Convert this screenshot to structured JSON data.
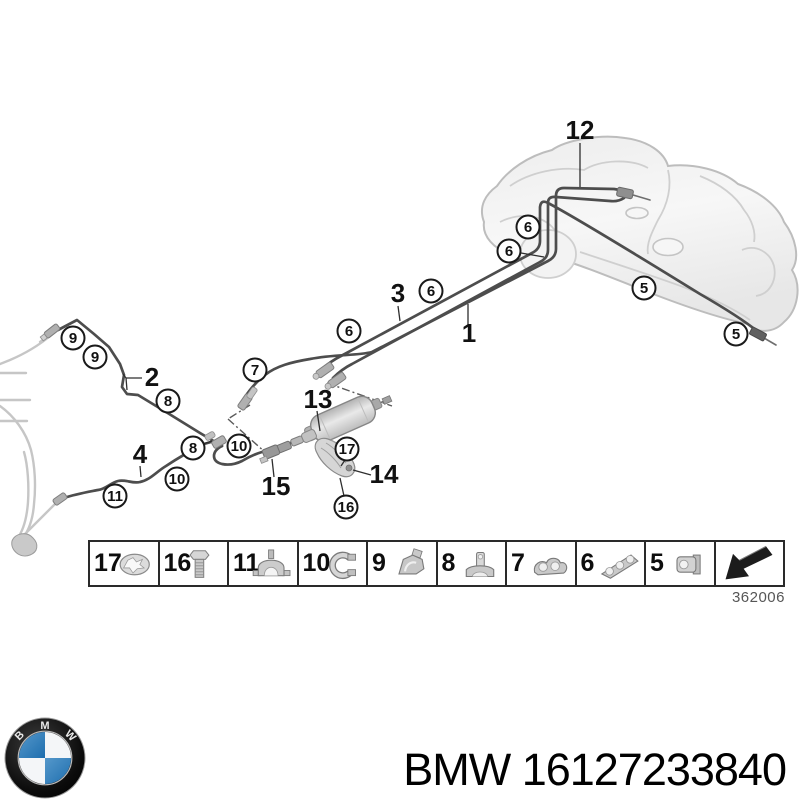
{
  "diagram": {
    "line_color": "#4d4d4d",
    "drawing_number": "362006",
    "callouts": [
      {
        "id": "6a",
        "label": "6"
      },
      {
        "id": "6b",
        "label": "6"
      },
      {
        "id": "6c",
        "label": "6"
      },
      {
        "id": "6d",
        "label": "6"
      },
      {
        "id": "5a",
        "label": "5"
      },
      {
        "id": "5b",
        "label": "5"
      },
      {
        "id": "9a",
        "label": "9"
      },
      {
        "id": "9b",
        "label": "9"
      },
      {
        "id": "7",
        "label": "7"
      },
      {
        "id": "8a",
        "label": "8"
      },
      {
        "id": "8b",
        "label": "8"
      },
      {
        "id": "10a",
        "label": "10"
      },
      {
        "id": "10b",
        "label": "10"
      },
      {
        "id": "11",
        "label": "11"
      },
      {
        "id": "17",
        "label": "17"
      },
      {
        "id": "16",
        "label": "16"
      }
    ],
    "labels": [
      {
        "text": "12"
      },
      {
        "text": "3"
      },
      {
        "text": "1"
      },
      {
        "text": "2"
      },
      {
        "text": "4"
      },
      {
        "text": "13"
      },
      {
        "text": "15"
      },
      {
        "text": "14"
      }
    ]
  },
  "legend": {
    "cells": [
      {
        "label": "17",
        "icon": "lock-washer-icon"
      },
      {
        "label": "16",
        "icon": "hex-bolt-icon"
      },
      {
        "label": "11",
        "icon": "pipe-clamp-icon"
      },
      {
        "label": "10",
        "icon": "hose-clamp-icon"
      },
      {
        "label": "9",
        "icon": "line-clip-icon"
      },
      {
        "label": "8",
        "icon": "line-holder-icon"
      },
      {
        "label": "7",
        "icon": "double-line-clamp-icon"
      },
      {
        "label": "6",
        "icon": "triple-line-clamp-icon"
      },
      {
        "label": "5",
        "icon": "retaining-clip-icon"
      },
      {
        "label": "",
        "icon": "direction-arrow-icon"
      }
    ]
  },
  "footer": {
    "part_text": "BMW 16127233840",
    "logo_letters": [
      "B",
      "M",
      "W"
    ],
    "logo_blue": "#2f7cc0"
  }
}
